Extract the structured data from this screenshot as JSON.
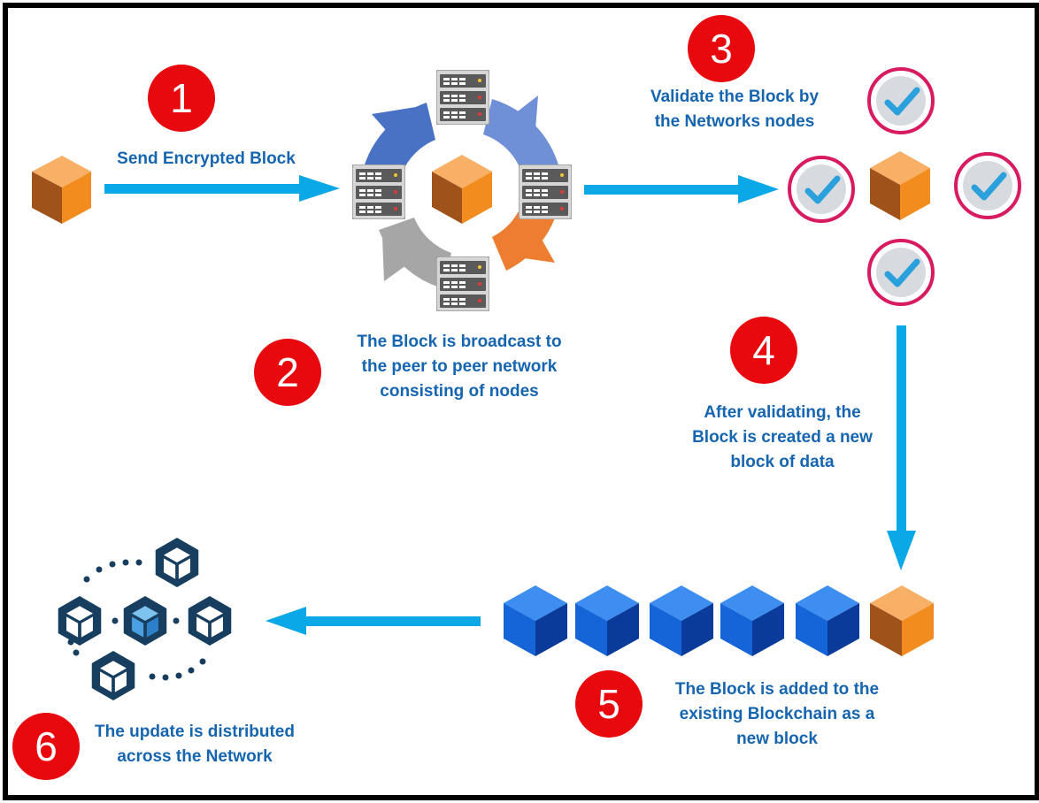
{
  "colors": {
    "badge": "#e8090f",
    "text": "#1565b0",
    "arrow": "#0ba8e8",
    "block_orange": "#f39a45",
    "chain_blue": "#1b6bd2",
    "check_ring": "#d81b60",
    "check": "#2aa1dc",
    "network": "#173e5f"
  },
  "steps": [
    {
      "number": "1",
      "lines": [
        "Send Encrypted Block"
      ]
    },
    {
      "number": "2",
      "lines": [
        "The Block is broadcast to",
        "the peer to peer network",
        "consisting of nodes"
      ]
    },
    {
      "number": "3",
      "lines": [
        "Validate the Block by",
        "the Networks nodes"
      ]
    },
    {
      "number": "4",
      "lines": [
        "After validating, the",
        "Block is created a new",
        "block of data"
      ]
    },
    {
      "number": "5",
      "lines": [
        "The Block is added to the",
        "existing Blockchain as a",
        "new block"
      ]
    },
    {
      "number": "6",
      "lines": [
        "The update is distributed",
        "across the Network"
      ]
    }
  ],
  "icons": {
    "source_block": "orange-cube-icon",
    "network_cycle": "server-cycle-icon",
    "validation": "check-circle-icon",
    "chain": "blue-cube-icon",
    "distributed": "cube-network-icon"
  }
}
